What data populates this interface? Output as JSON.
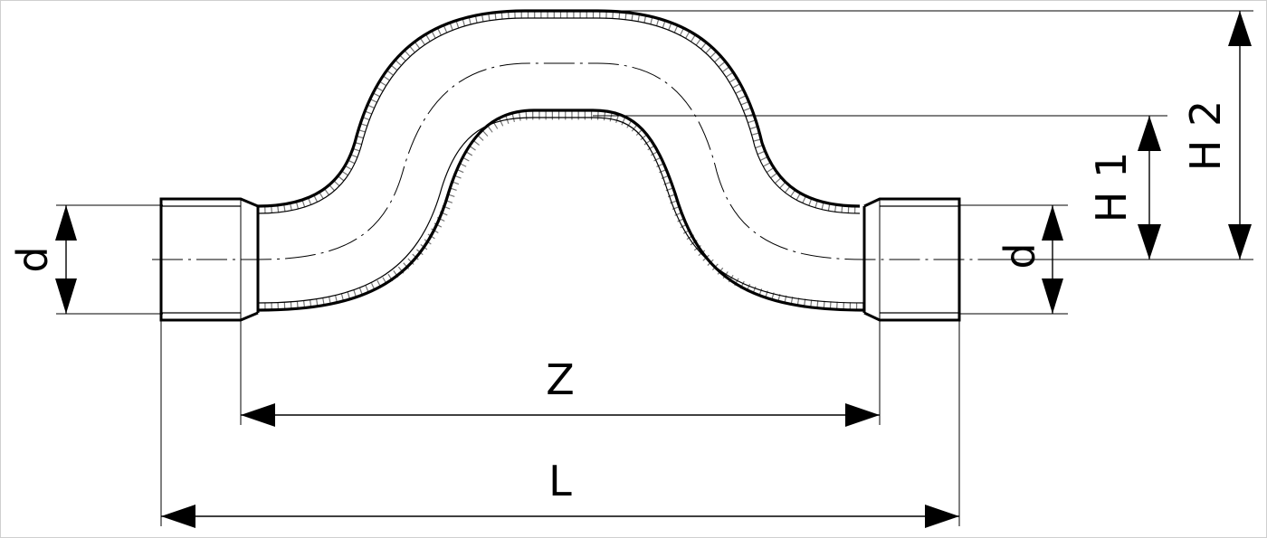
{
  "dimensions": {
    "d_left": "d",
    "d_right": "d",
    "z": "Z",
    "l": "L",
    "h1": "H 1",
    "h2": "H 2"
  },
  "colors": {
    "line": "#000000",
    "background": "#ffffff"
  }
}
